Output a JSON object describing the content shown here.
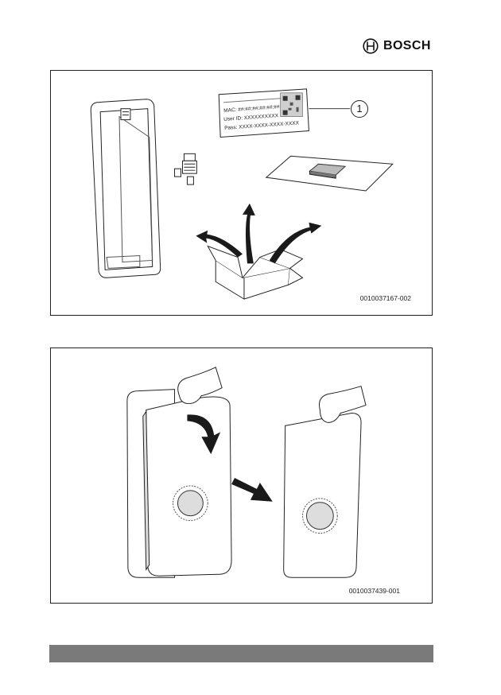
{
  "brand": {
    "name": "BOSCH",
    "logo_icon": "bosch-armature-icon"
  },
  "figure1": {
    "code": "0010037167-002",
    "callout": "1",
    "label": {
      "mac": "MAC: ##:##:##:##:##:##",
      "user": "User ID: XXXXXXXXXX",
      "pass": "Pass: XXXX-XXXX-XXXX-XXXX"
    }
  },
  "figure2": {
    "code": "0010037439-001"
  },
  "colors": {
    "footer_bar": "#7a7a7a",
    "line": "#222222",
    "arrow": "#1a1a1a"
  }
}
